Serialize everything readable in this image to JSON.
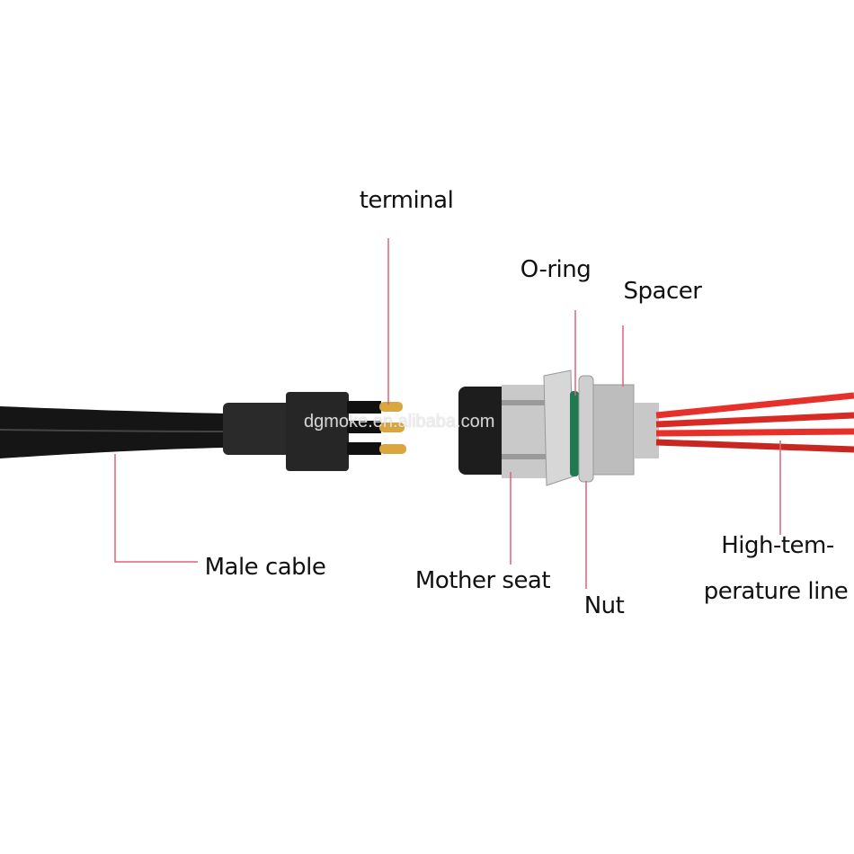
{
  "labels": {
    "terminal": "terminal",
    "o_ring": "O-ring",
    "spacer": "Spacer",
    "male_cable": "Male cable",
    "mother_seat": "Mother seat",
    "nut": "Nut",
    "high_temp_line_1": "High-tem-",
    "high_temp_line_2": "perature line"
  },
  "watermark": "dgmoke.en.alibaba.com",
  "colors": {
    "leader_line": "#e0607a",
    "cable": "#111111",
    "red_wire": "#e8302a",
    "o_ring": "#1f7a50"
  }
}
